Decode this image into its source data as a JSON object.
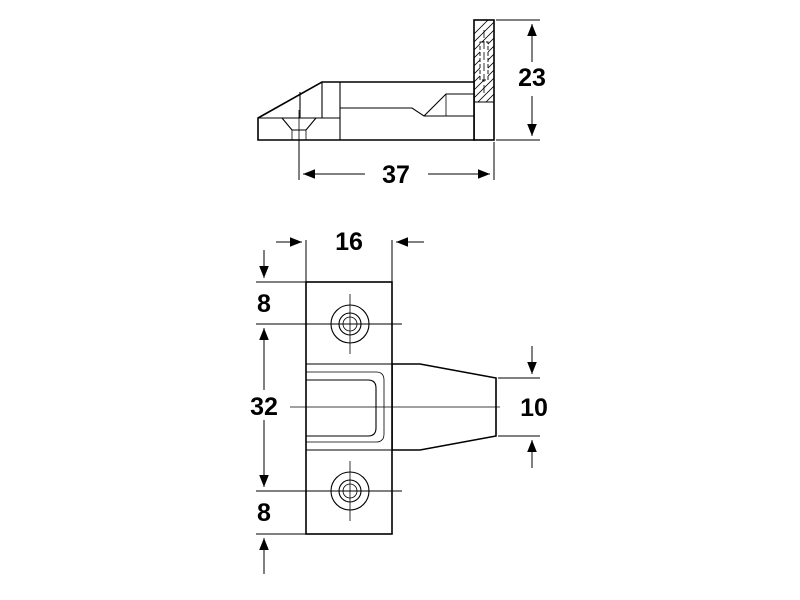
{
  "dimensions": {
    "side_height": "23",
    "side_length": "37",
    "front_width": "16",
    "top_margin": "8",
    "hole_spacing": "32",
    "bottom_margin": "8",
    "tongue_width": "10"
  }
}
